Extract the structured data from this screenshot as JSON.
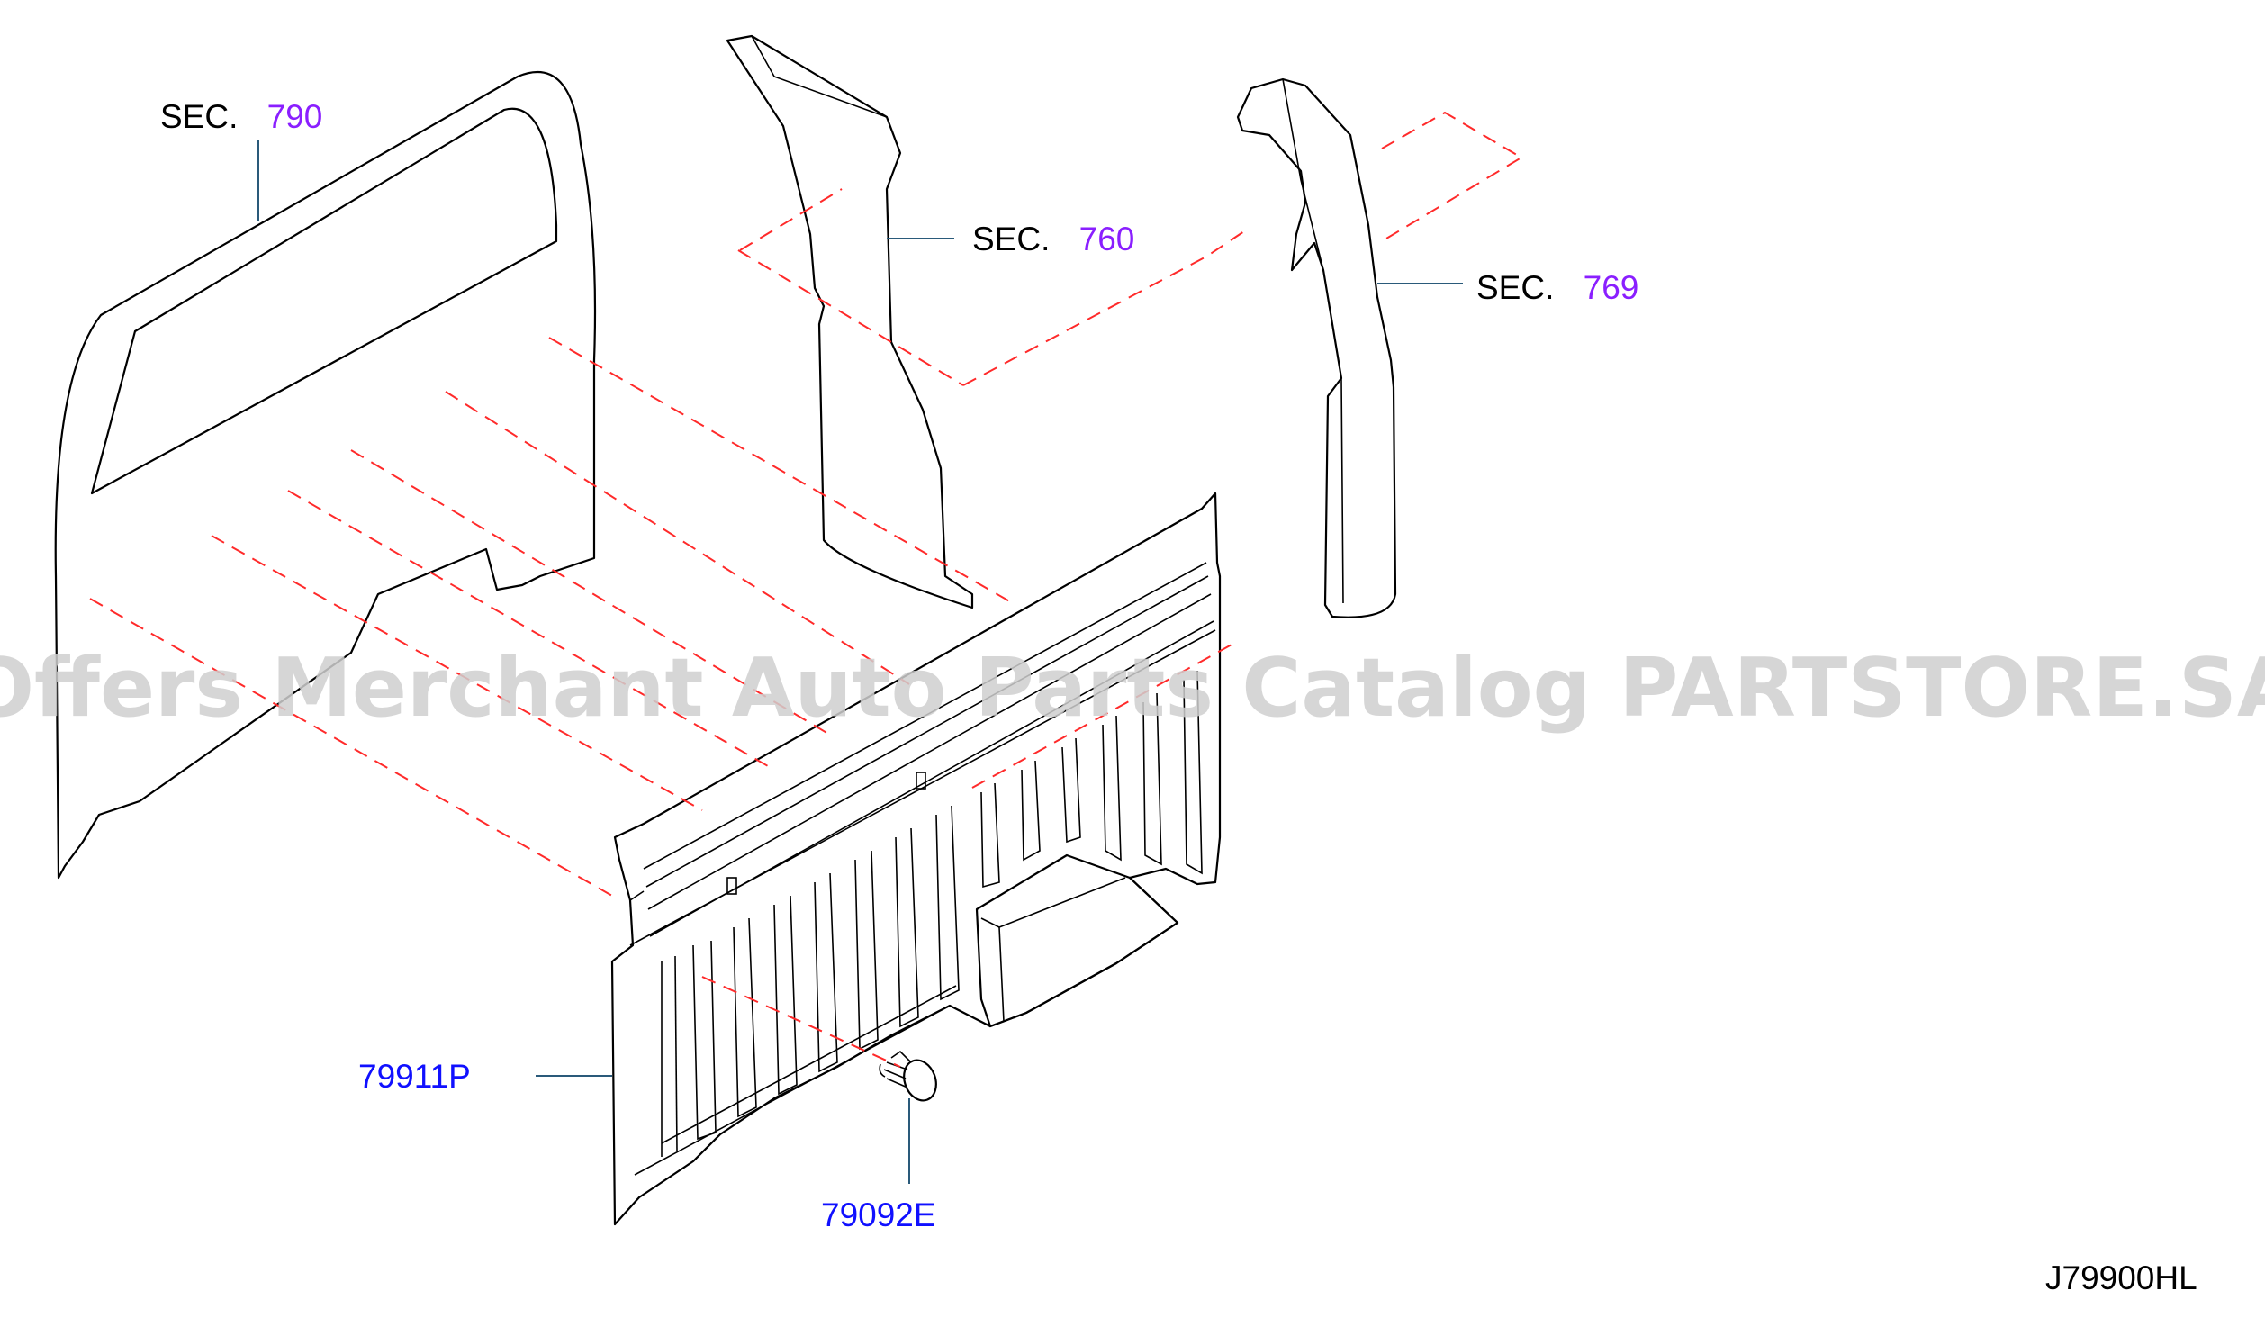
{
  "labels": {
    "sec_prefix": "SEC.",
    "sec_790": "790",
    "sec_760": "760",
    "sec_769": "769",
    "part_79911p": "79911P",
    "part_79092e": "79092E",
    "diagram_code": "J79900HL"
  },
  "watermark": "Offers Merchant Auto Parts Catalog PARTSTORE.SA",
  "colors": {
    "line": "#000000",
    "dashed_guide": "#ff2a2a",
    "section_number": "#8a1fff",
    "part_number": "#1010ff",
    "watermark": "#cfcfcf"
  }
}
